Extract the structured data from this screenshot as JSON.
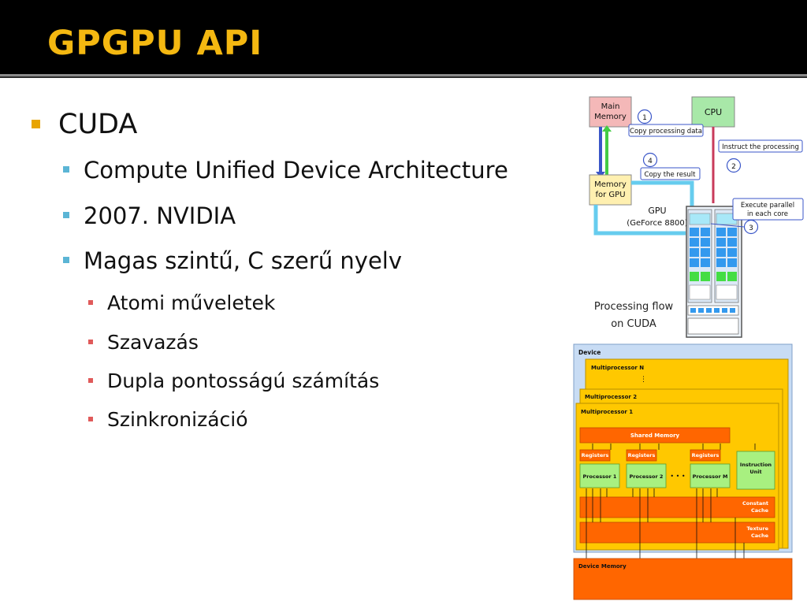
{
  "slide": {
    "title": "GPGPU API",
    "bullets": [
      {
        "text": "CUDA",
        "level": 1
      },
      {
        "text": "Compute Unified Device Architecture",
        "level": 2
      },
      {
        "text": "2007. NVIDIA",
        "level": 2
      },
      {
        "text": "Magas szintű, C szerű nyelv",
        "level": 2
      },
      {
        "text": "Atomi műveletek",
        "level": 3
      },
      {
        "text": "Szavazás",
        "level": 3
      },
      {
        "text": "Dupla pontosságú számítás",
        "level": 3
      },
      {
        "text": "Szinkronizáció",
        "level": 3
      }
    ]
  },
  "flow_diagram": {
    "main_memory": [
      "Main",
      "Memory"
    ],
    "cpu": "CPU",
    "memory_for_gpu": [
      "Memory",
      "for GPU"
    ],
    "gpu": [
      "GPU",
      "(GeForce 8800)"
    ],
    "steps": [
      {
        "num": "1",
        "label": "Copy processing data"
      },
      {
        "num": "2",
        "label": "Instruct the processing"
      },
      {
        "num": "3",
        "label": [
          "Execute parallel",
          "in each core"
        ]
      },
      {
        "num": "4",
        "label": "Copy the result"
      }
    ],
    "caption": [
      "Processing flow",
      "on CUDA"
    ]
  },
  "device_diagram": {
    "device": "Device",
    "multiprocessors": [
      "Multiprocessor N",
      "Multiprocessor 2",
      "Multiprocessor 1"
    ],
    "shared_memory": "Shared Memory",
    "registers": "Registers",
    "processors": [
      "Processor 1",
      "Processor 2",
      "Processor M"
    ],
    "ellipsis": "• • •",
    "instruction_unit": [
      "Instruction",
      "Unit"
    ],
    "constant_cache": [
      "Constant",
      "Cache"
    ],
    "texture_cache": [
      "Texture",
      "Cache"
    ],
    "device_memory": "Device Memory"
  },
  "colors": {
    "title": "#f4b811",
    "header_bg": "#000000",
    "bullet_l1": "#e8a400",
    "bullet_l2": "#5bb5d5",
    "bullet_l3": "#e05a5a",
    "main_memory_fill": "#f4b8b8",
    "cpu_fill": "#a8e8a8",
    "memory_gpu_fill": "#fff0b0",
    "core_blue": "#3399ee",
    "core_green": "#44dd44",
    "device_blue": "#c8dcf4",
    "multiprocessor_yellow": "#ffc800",
    "orange": "#ff6600",
    "processor_green": "#a8f080"
  }
}
